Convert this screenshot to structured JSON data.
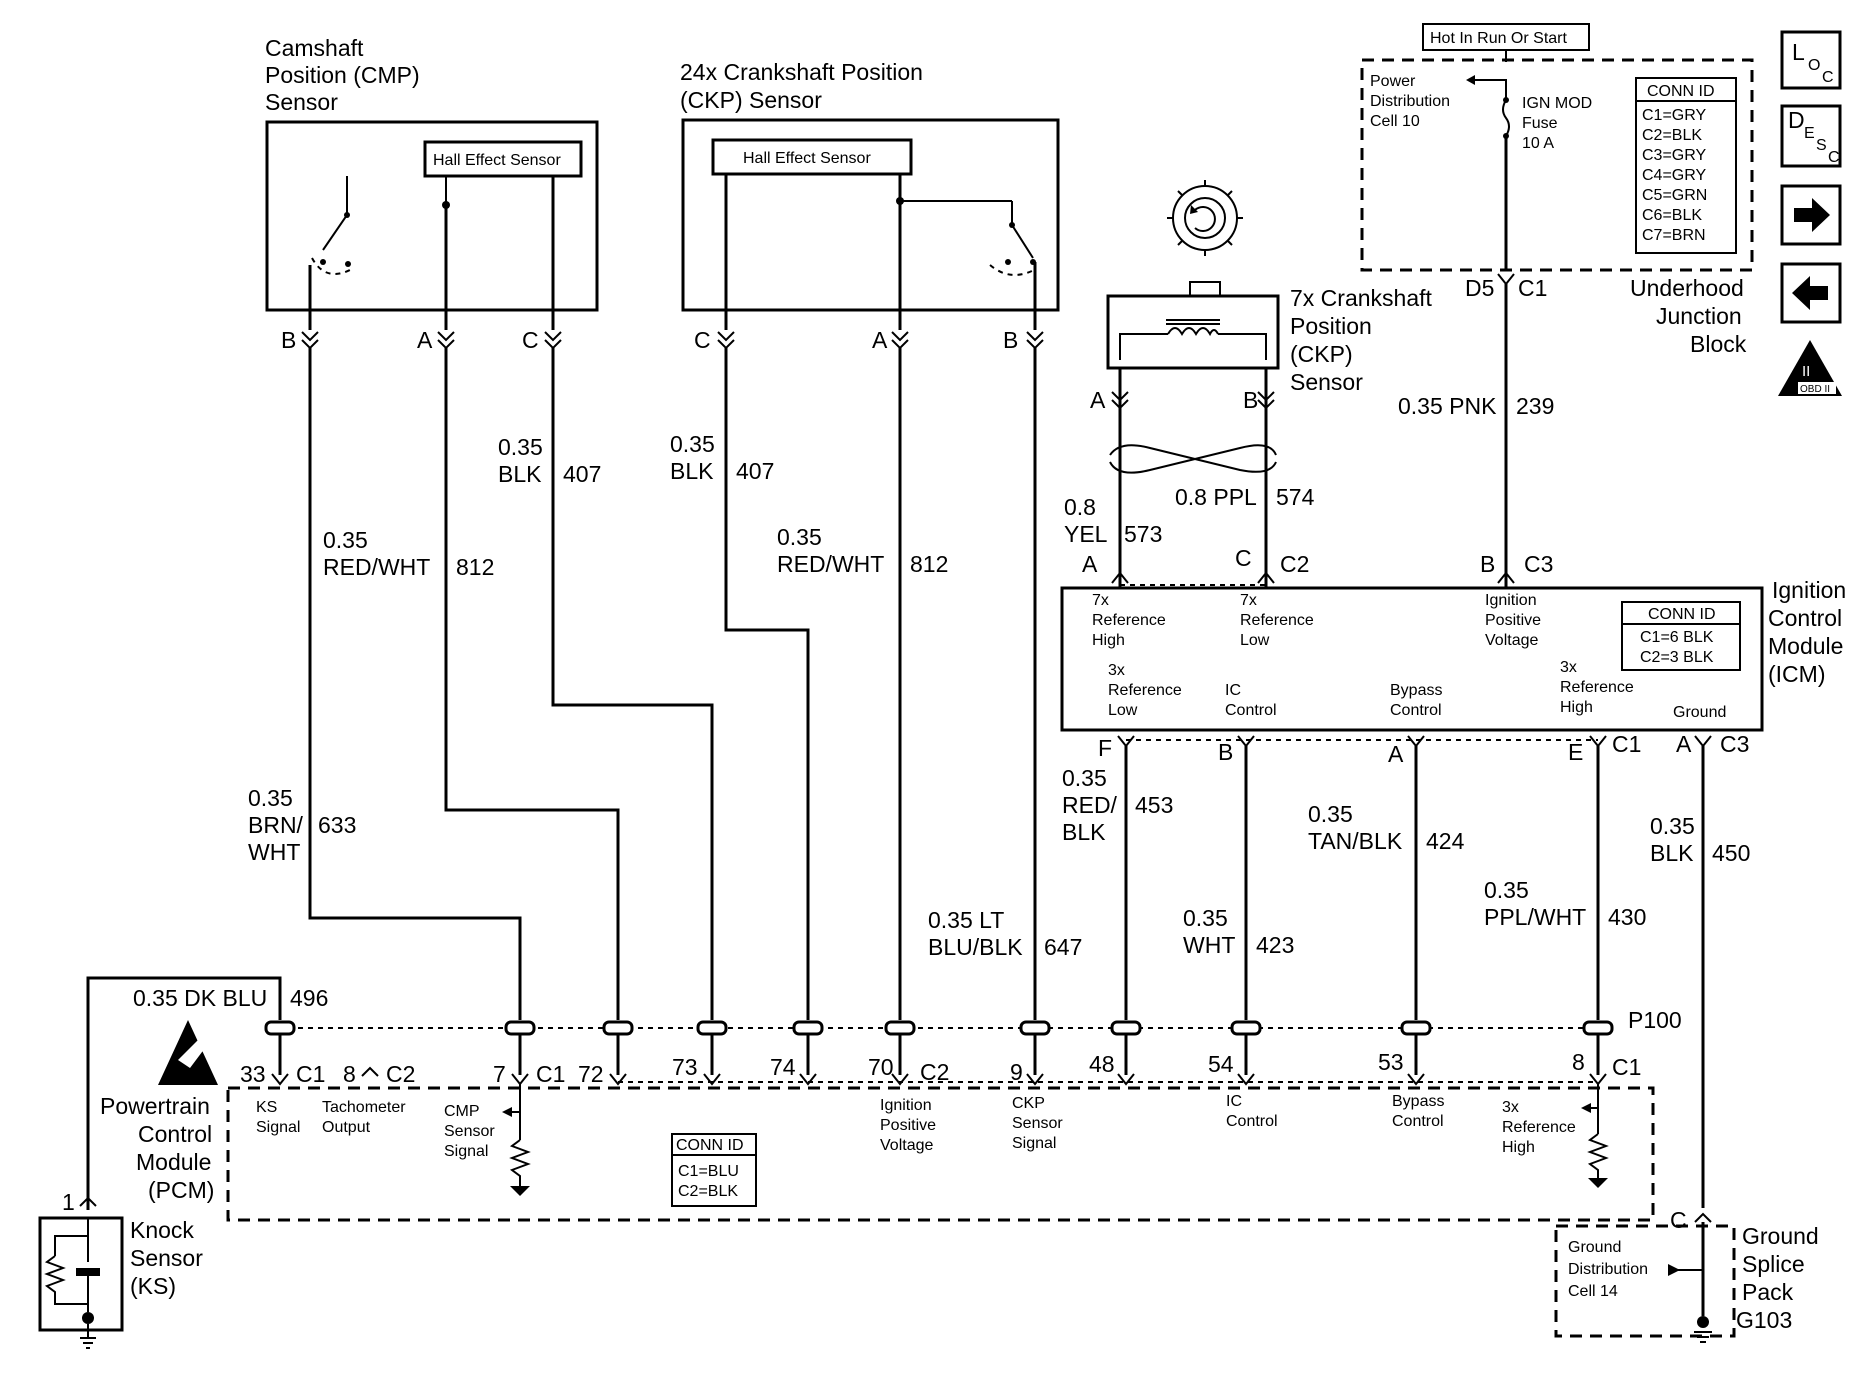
{
  "components": {
    "cmp_sensor": {
      "name_lines": [
        "Camshaft",
        "Position (CMP)",
        "Sensor"
      ],
      "inner": "Hall Effect Sensor",
      "pins": [
        "B",
        "A",
        "C"
      ]
    },
    "ckp24_sensor": {
      "name_lines": [
        "24x Crankshaft Position",
        "(CKP) Sensor"
      ],
      "inner": "Hall Effect Sensor",
      "pins": [
        "C",
        "A",
        "B"
      ]
    },
    "ckp7_sensor": {
      "name_lines": [
        "7x Crankshaft",
        "Position",
        "(CKP)",
        "Sensor"
      ],
      "pins": [
        "A",
        "B"
      ]
    },
    "ujb": {
      "hot_label": "Hot In Run Or Start",
      "power_lines": [
        "Power",
        "Distribution",
        "Cell 10"
      ],
      "fuse_lines": [
        "IGN MOD",
        "Fuse",
        "10 A"
      ],
      "conn_title": "CONN ID",
      "conn_rows": [
        "C1=GRY",
        "C2=BLK",
        "C3=GRY",
        "C4=GRY",
        "C5=GRN",
        "C6=BLK",
        "C7=BRN"
      ],
      "name_lines": [
        "Underhood",
        "Junction",
        "Block"
      ],
      "pin_a": "D5",
      "pin_b": "C1"
    },
    "icm": {
      "name_lines": [
        "Ignition",
        "Control",
        "Module",
        "(ICM)"
      ],
      "conn_title": "CONN ID",
      "conn_rows": [
        "C1=6 BLK",
        "C2=3 BLK"
      ],
      "top_labels": [
        [
          "7x",
          "Reference",
          "High"
        ],
        [
          "7x",
          "Reference",
          "Low"
        ],
        [
          "Ignition",
          "Positive",
          "Voltage"
        ]
      ],
      "bottom_labels": [
        [
          "3x",
          "Reference",
          "Low"
        ],
        [
          "IC",
          "Control"
        ],
        [
          "Bypass",
          "Control"
        ],
        [
          "3x",
          "Reference",
          "High"
        ],
        [
          "Ground"
        ]
      ],
      "top_pins": [
        "A",
        "C",
        "C2",
        "B",
        "C3"
      ],
      "bottom_pins": [
        "F",
        "B",
        "A",
        "E",
        "C1",
        "A",
        "C3"
      ]
    },
    "pcm": {
      "name_lines": [
        "Powertrain",
        "Control",
        "Module",
        "(PCM)"
      ],
      "conn_title": "CONN ID",
      "conn_rows": [
        "C1=BLU",
        "C2=BLK"
      ],
      "pin_labels": [
        "33",
        "C1",
        "8",
        "C2",
        "7",
        "C1",
        "72",
        "73",
        "74",
        "70",
        "C2",
        "9",
        "48",
        "54",
        "53",
        "8",
        "C1"
      ],
      "signals": [
        [
          "KS",
          "Signal"
        ],
        [
          "Tachometer",
          "Output"
        ],
        [
          "CMP",
          "Sensor",
          "Signal"
        ],
        [
          "Ignition",
          "Positive",
          "Voltage"
        ],
        [
          "CKP",
          "Sensor",
          "Signal"
        ],
        [
          "IC",
          "Control"
        ],
        [
          "Bypass",
          "Control"
        ],
        [
          "3x",
          "Reference",
          "High"
        ]
      ]
    },
    "knock_sensor": {
      "name_lines": [
        "Knock",
        "Sensor",
        "(KS)"
      ],
      "pin": "1"
    },
    "ground_splice": {
      "inner_lines": [
        "Ground",
        "Distribution",
        "Cell 14"
      ],
      "name_lines": [
        "Ground",
        "Splice",
        "Pack",
        "G103"
      ],
      "pin": "C"
    },
    "splice_pack": "P100"
  },
  "wires": [
    {
      "lines": [
        "0.35",
        "BRN/",
        "WHT"
      ],
      "circuit": "633"
    },
    {
      "lines": [
        "0.35",
        "RED/WHT"
      ],
      "circuit": "812"
    },
    {
      "lines": [
        "0.35",
        "BLK"
      ],
      "circuit": "407"
    },
    {
      "lines": [
        "0.35",
        "BLK"
      ],
      "circuit": "407"
    },
    {
      "lines": [
        "0.35",
        "RED/WHT"
      ],
      "circuit": "812"
    },
    {
      "lines": [
        "0.35 LT",
        "BLU/BLK"
      ],
      "circuit": "647"
    },
    {
      "lines": [
        "0.8",
        "YEL"
      ],
      "circuit": "573"
    },
    {
      "lines": [
        "0.8 PPL"
      ],
      "circuit": "574"
    },
    {
      "lines": [
        "0.35 PNK"
      ],
      "circuit": "239"
    },
    {
      "lines": [
        "0.35",
        "RED/",
        "BLK"
      ],
      "circuit": "453"
    },
    {
      "lines": [
        "0.35",
        "WHT"
      ],
      "circuit": "423"
    },
    {
      "lines": [
        "0.35",
        "TAN/BLK"
      ],
      "circuit": "424"
    },
    {
      "lines": [
        "0.35",
        "PPL/WHT"
      ],
      "circuit": "430"
    },
    {
      "lines": [
        "0.35",
        "BLK"
      ],
      "circuit": "450"
    },
    {
      "lines": [
        "0.35 DK BLU"
      ],
      "circuit": "496"
    }
  ],
  "side_icons": [
    {
      "name": "loc-icon",
      "text": [
        "L",
        "O",
        "C"
      ]
    },
    {
      "name": "desc-icon",
      "text": [
        "D",
        "E",
        "S",
        "C"
      ]
    },
    {
      "name": "next-arrow-icon",
      "text": []
    },
    {
      "name": "back-arrow-icon",
      "text": []
    },
    {
      "name": "obd-ii-icon",
      "text": [
        "II",
        "OBD II"
      ]
    }
  ]
}
